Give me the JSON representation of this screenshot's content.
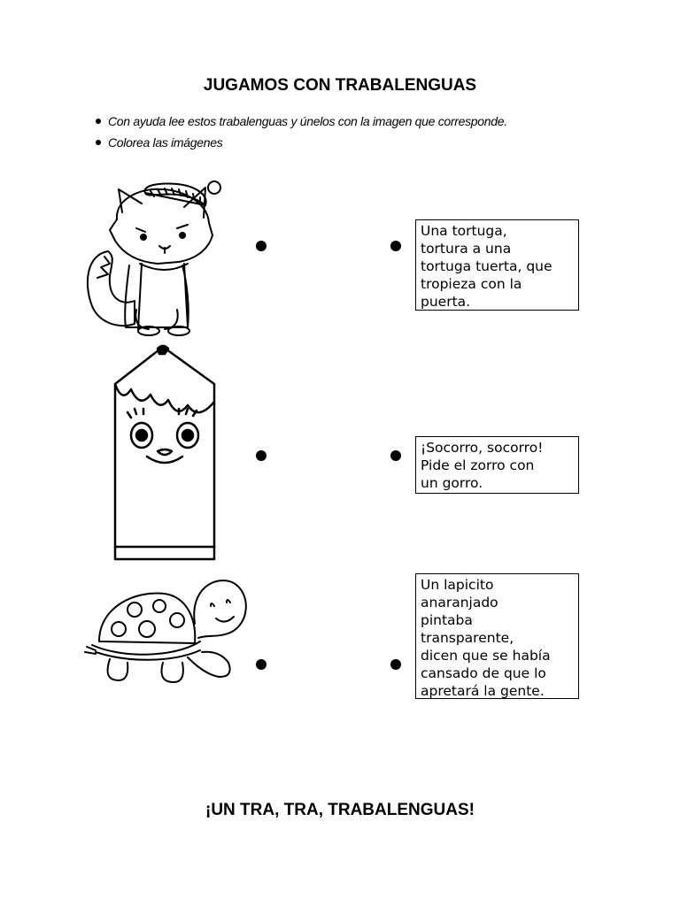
{
  "title": "JUGAMOS CON TRABALENGUAS",
  "instructions": [
    "Con ayuda  lee estos trabalenguas y únelos con la imagen que corresponde.",
    "Colorea las imágenes"
  ],
  "images": [
    {
      "name": "fox-with-hat",
      "icon": "fox-icon"
    },
    {
      "name": "pencil-character",
      "icon": "pencil-icon"
    },
    {
      "name": "turtle",
      "icon": "turtle-icon"
    }
  ],
  "tongue_twisters": [
    "Una tortuga,\ntortura a una\ntortuga tuerta, que\ntropieza con la\npuerta.",
    "¡Socorro, socorro!\nPide el zorro con\nun gorro.",
    "Un lapicito\nanaranjado\npintaba\ntransparente,\ndicen que se había\ncansado de que lo\napretará la gente."
  ],
  "footer": "¡UN TRA, TRA, TRABALENGUAS!"
}
